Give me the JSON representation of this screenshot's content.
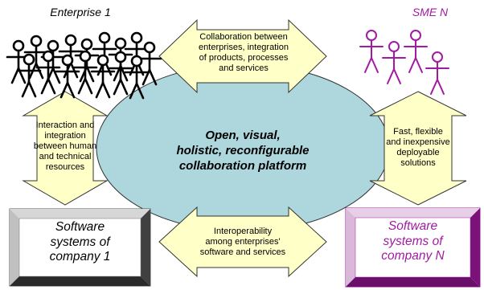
{
  "left_group": {
    "title": "Enterprise 1"
  },
  "right_group": {
    "title": "SME N"
  },
  "platform": {
    "lines": [
      "Open, visual,",
      "holistic, reconfigurable",
      "collaboration platform"
    ]
  },
  "arrows": {
    "top": [
      "Collaboration between",
      "enterprises, integration",
      "of  products, processes",
      "and services"
    ],
    "bottom": [
      "Interoperability",
      "among enterprises'",
      "software and services"
    ],
    "left": [
      "Interaction and",
      "integration",
      "between human",
      "and technical",
      "resources"
    ],
    "right": [
      "Fast, flexible",
      "and inexpensive",
      "deployable",
      "solutions"
    ]
  },
  "boxes": {
    "left": [
      "Software",
      "systems of",
      "company 1"
    ],
    "right": [
      "Software",
      "systems of",
      "company N"
    ]
  },
  "colors": {
    "ellipse_fill": "#add6dd",
    "arrow_fill": "#ffffc8",
    "people_left": "#000000",
    "people_right": "#a21aa3",
    "box_right_text": "#a21aa3"
  }
}
